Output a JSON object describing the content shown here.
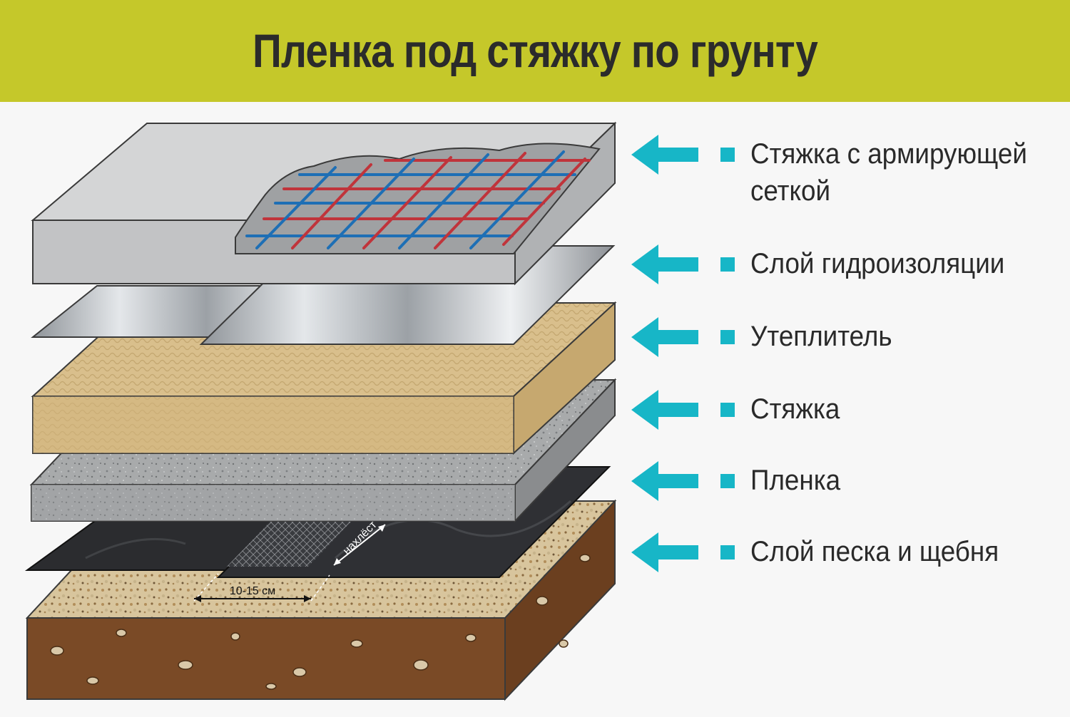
{
  "title": "Пленка под стяжку по грунту",
  "layers": [
    {
      "label_line1": "Стяжка с армирующей",
      "label_line2": "сеткой",
      "arrow_icon": "arrow-left-icon"
    },
    {
      "label_line1": "Слой гидроизоляции",
      "arrow_icon": "arrow-left-icon"
    },
    {
      "label_line1": "Утеплитель",
      "arrow_icon": "arrow-left-icon"
    },
    {
      "label_line1": "Стяжка",
      "arrow_icon": "arrow-left-icon"
    },
    {
      "label_line1": "Пленка",
      "arrow_icon": "arrow-left-icon"
    },
    {
      "label_line1": "Слой песка и щебня",
      "arrow_icon": "arrow-left-icon"
    }
  ],
  "annotations": {
    "overlap_label": "нахлёст",
    "overlap_width": "10-15 см"
  },
  "colors": {
    "banner": "#c5c82a",
    "accent": "#17b6c7",
    "text": "#2a2a2a",
    "mesh_red": "#c0343b",
    "mesh_blue": "#1e6fb5"
  }
}
